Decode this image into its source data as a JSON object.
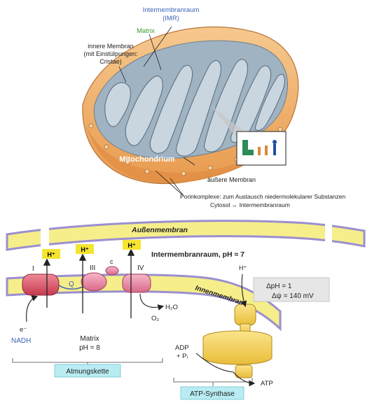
{
  "top_diagram": {
    "imr_label_line1": "Intermembranraum",
    "imr_label_line2": "(IMR)",
    "matrix_label": "Matrix",
    "inner_membrane_line1": "innere Membran",
    "inner_membrane_line2": "(mit Einstülpungen:",
    "inner_membrane_line3": "Cristae)",
    "organelle_label": "Mitochondrium",
    "outer_membrane_label": "äußere Membran",
    "porin_line1": "Porinkomplexe: zum Austausch niedermolekularer Substanzen",
    "porin_line2": "Cytosol ↔ Intermembranraum"
  },
  "bottom_diagram": {
    "outer_membrane": "Außenmembran",
    "inner_membrane": "Innenmembran",
    "ims_text": "Intermembranraum, pH ≈ 7",
    "proton_label": "H⁺",
    "complex_labels": [
      "I",
      "Q",
      "III",
      "c",
      "IV"
    ],
    "h2o": "H₂O",
    "o2": "O₂",
    "electron": "e⁻",
    "nadh": "NADH",
    "matrix_line1": "Matrix",
    "matrix_line2": "pH = 8",
    "delta_ph": "ΔpH = 1",
    "delta_psi": "Δψ = 140 mV",
    "atp_h": "H⁺",
    "adp_line1": "ADP",
    "adp_line2": "+ Pᵢ",
    "atp": "ATP",
    "chain_box": "Atmungskette",
    "synthase_box": "ATP-Synthase"
  },
  "colors": {
    "orange": "#f0b56e",
    "orange_dark": "#d98b3a",
    "crista_fill": "#aebfcc",
    "membrane_yellow": "#f6ee8a",
    "membrane_blue": "#9b8fd0",
    "complex_pink": "#e98aa6",
    "complex_red": "#d94a5e",
    "atp_synthase": "#f4d35e",
    "label_blue": "#3a62b8",
    "label_green": "#3c9a2c",
    "box_cyan": "#b9ecf2"
  }
}
